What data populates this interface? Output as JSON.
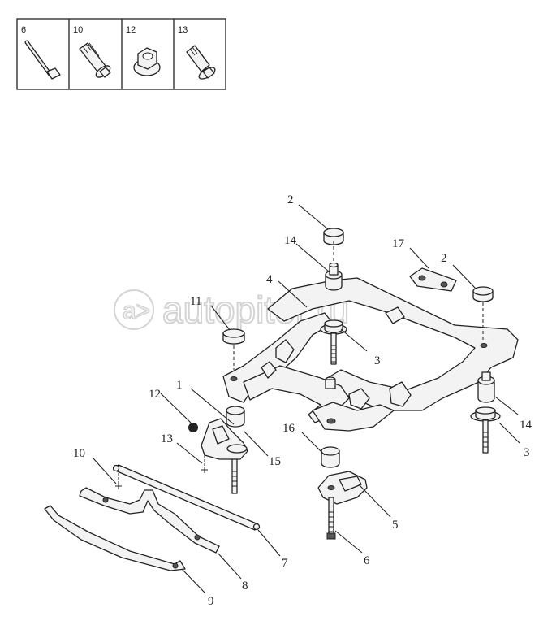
{
  "legend": {
    "cells": [
      {
        "num": "6",
        "icon": "long-bolt-icon"
      },
      {
        "num": "10",
        "icon": "flange-bolt-icon"
      },
      {
        "num": "12",
        "icon": "flange-nut-icon"
      },
      {
        "num": "13",
        "icon": "short-flange-bolt-icon"
      }
    ]
  },
  "watermark": "autopiter.ru",
  "callouts": {
    "c1": "1",
    "c2a": "2",
    "c2b": "2",
    "c3a": "3",
    "c3b": "3",
    "c4": "4",
    "c5": "5",
    "c6": "6",
    "c7": "7",
    "c8": "8",
    "c9": "9",
    "c10": "10",
    "c11": "11",
    "c12": "12",
    "c13": "13",
    "c14a": "14",
    "c14b": "14",
    "c15": "15",
    "c16": "16",
    "c17": "17"
  }
}
